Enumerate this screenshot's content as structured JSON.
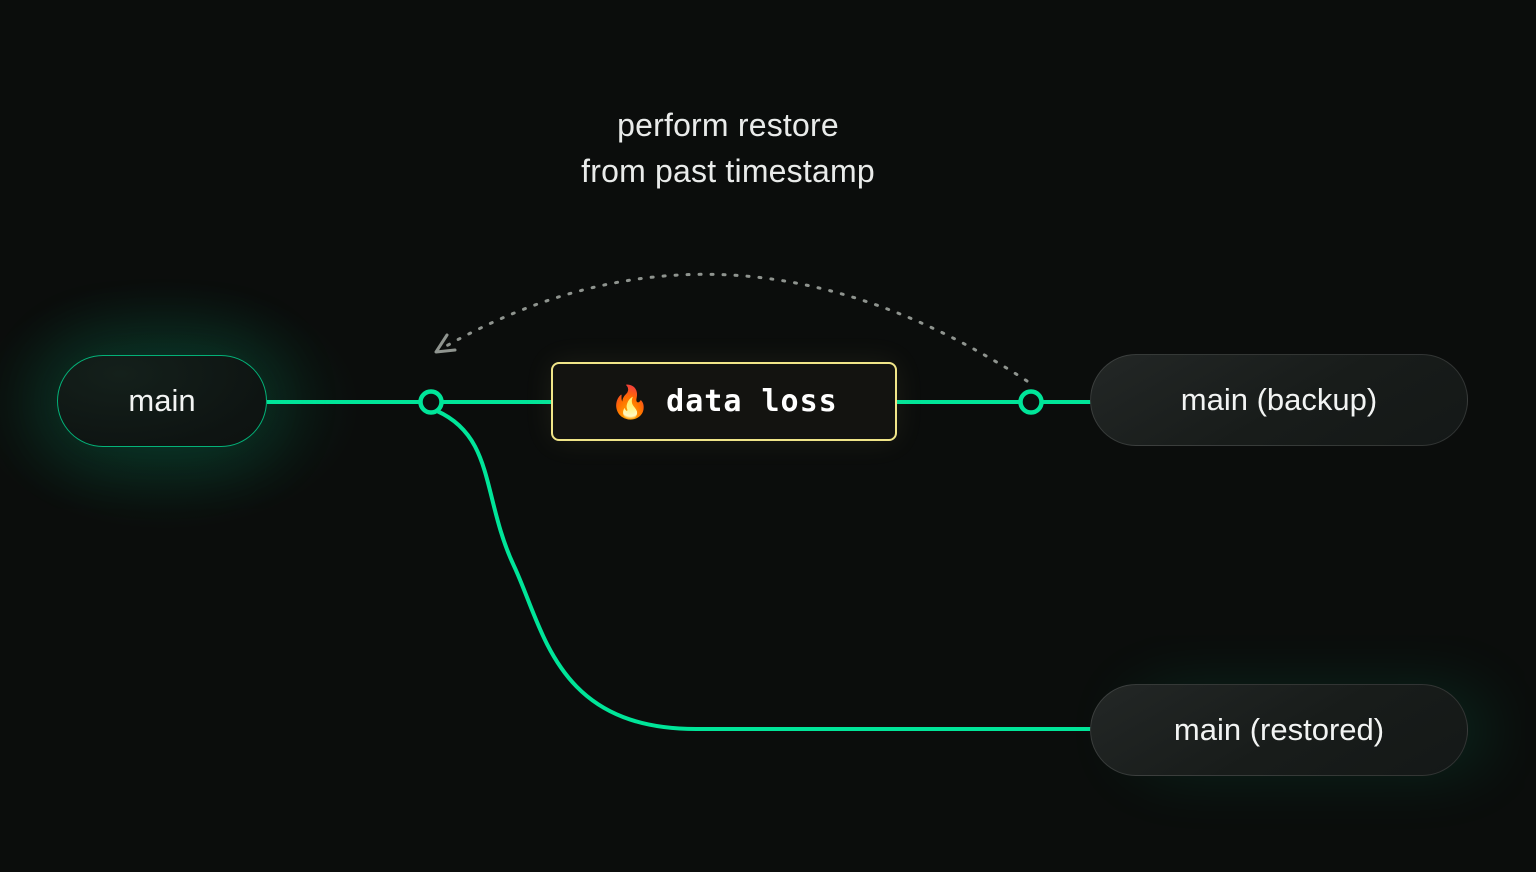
{
  "canvas": {
    "background": "#0b0d0c",
    "accent_green": "#00e599",
    "accent_yellow": "#f0e588",
    "dash_gray": "#8f948f",
    "text_light": "#e9ebea"
  },
  "annotation": {
    "line1": "perform restore",
    "line2": "from past timestamp"
  },
  "nodes": {
    "main": {
      "label": "main"
    },
    "backup": {
      "label": "main (backup)"
    },
    "restored": {
      "label": "main (restored)"
    }
  },
  "event": {
    "icon": "🔥",
    "label": "data loss"
  }
}
